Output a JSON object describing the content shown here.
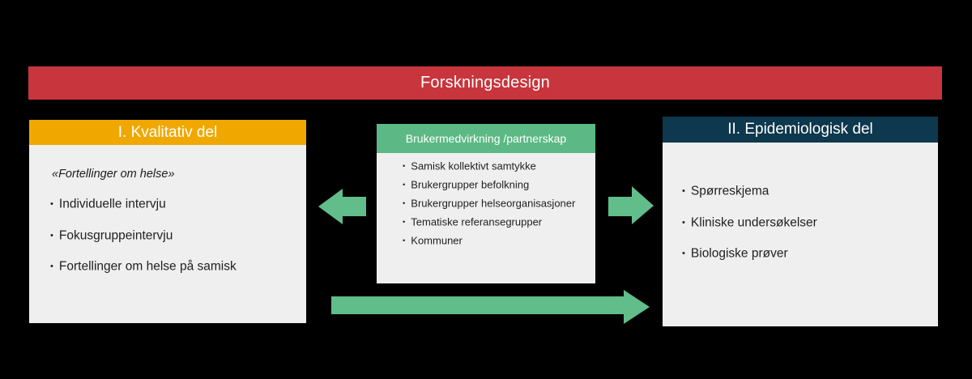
{
  "title_bar": {
    "label": "Forskningsdesign",
    "bg_color": "#C8353C"
  },
  "boxes": {
    "qualitative": {
      "header": "I. Kvalitativ del",
      "header_bg": "#F0A800",
      "subtitle": "«Fortellinger om helse»",
      "items": [
        "Individuelle intervju",
        "Fokusgruppeintervju",
        "Fortellinger om helse på samisk"
      ]
    },
    "partnership": {
      "header": "Brukermedvirkning /partnerskap",
      "header_bg": "#5CB985",
      "items": [
        "Samisk kollektivt samtykke",
        "Brukergrupper befolkning",
        "Brukergrupper helseorganisasjoner",
        "Tematiske referansegrupper",
        "Kommuner"
      ]
    },
    "epidemiological": {
      "header": "II. Epidemiologisk del",
      "header_bg": "#0D384D",
      "items": [
        "Spørreskjema",
        "Kliniske undersøkelser",
        "Biologiske prøver"
      ]
    }
  },
  "arrows": {
    "color": "#61BD8A"
  },
  "panel_bg": "#EFEFEF",
  "canvas_bg": "#000000"
}
